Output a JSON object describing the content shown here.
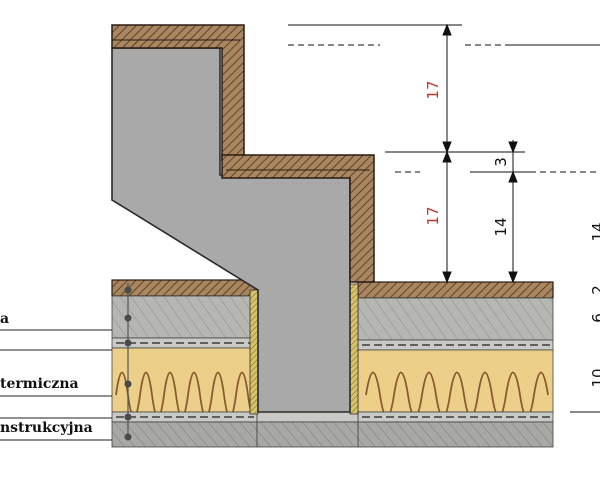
{
  "diagram": {
    "layer_labels": [
      {
        "text": "a"
      },
      {
        "text": "termiczna"
      },
      {
        "text": "nstrukcyjna"
      }
    ],
    "dimensions_red": [
      "17",
      "17"
    ],
    "dimensions_black": [
      "3",
      "14"
    ],
    "right_dimensions": [
      "14",
      "2",
      "6",
      "10"
    ]
  }
}
